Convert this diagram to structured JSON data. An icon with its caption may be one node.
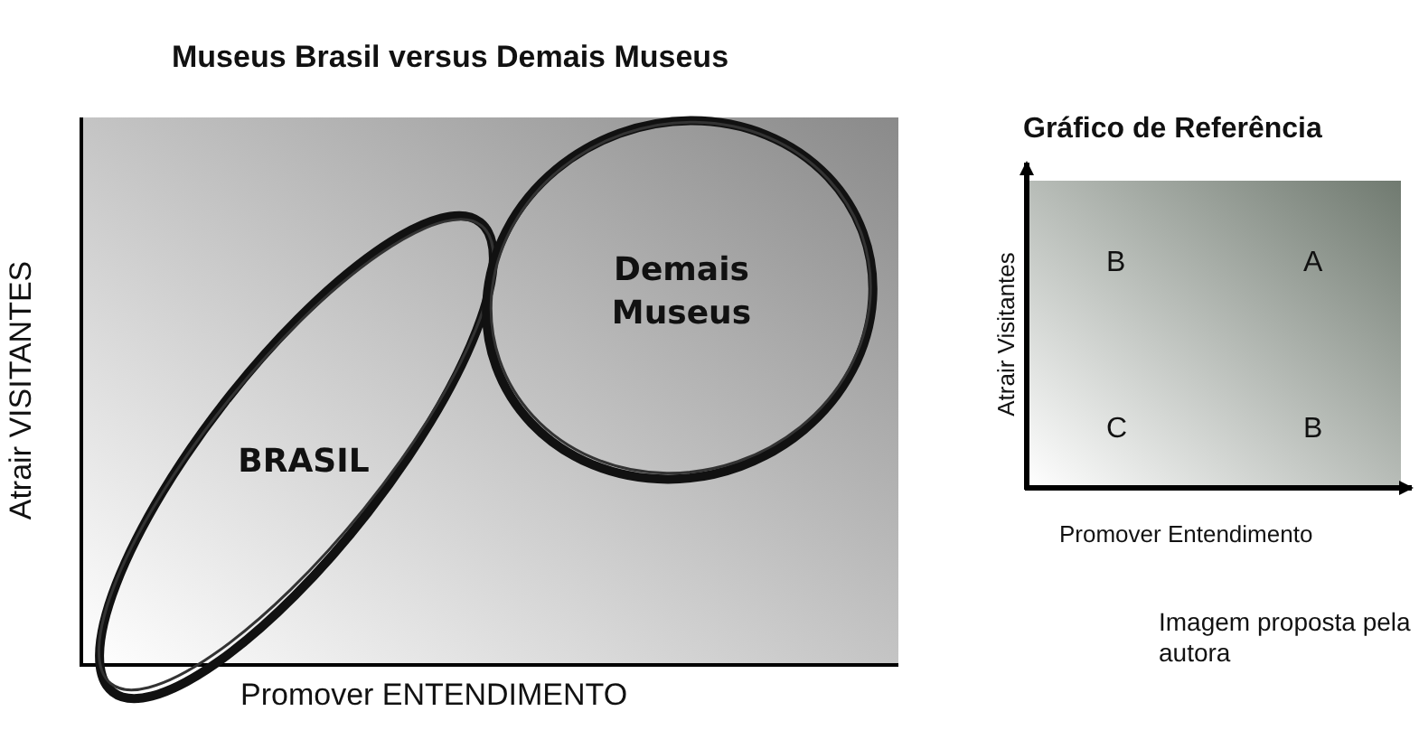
{
  "diagram": {
    "title": "Museus Brasil versus Demais Museus",
    "nodes": [
      {
        "text": [
          "BRASIL"
        ]
      },
      {
        "text": [
          "Demais Museus"
        ]
      }
    ],
    "labels": [
      "Atrair VISITANTES",
      "Promover ENTENDIMENTO",
      "Gráfico de Referência",
      "Atrair Visitantes",
      "B",
      "A",
      "C",
      "B",
      "Promover Entendimento",
      "Imagem proposta pela autora"
    ]
  }
}
